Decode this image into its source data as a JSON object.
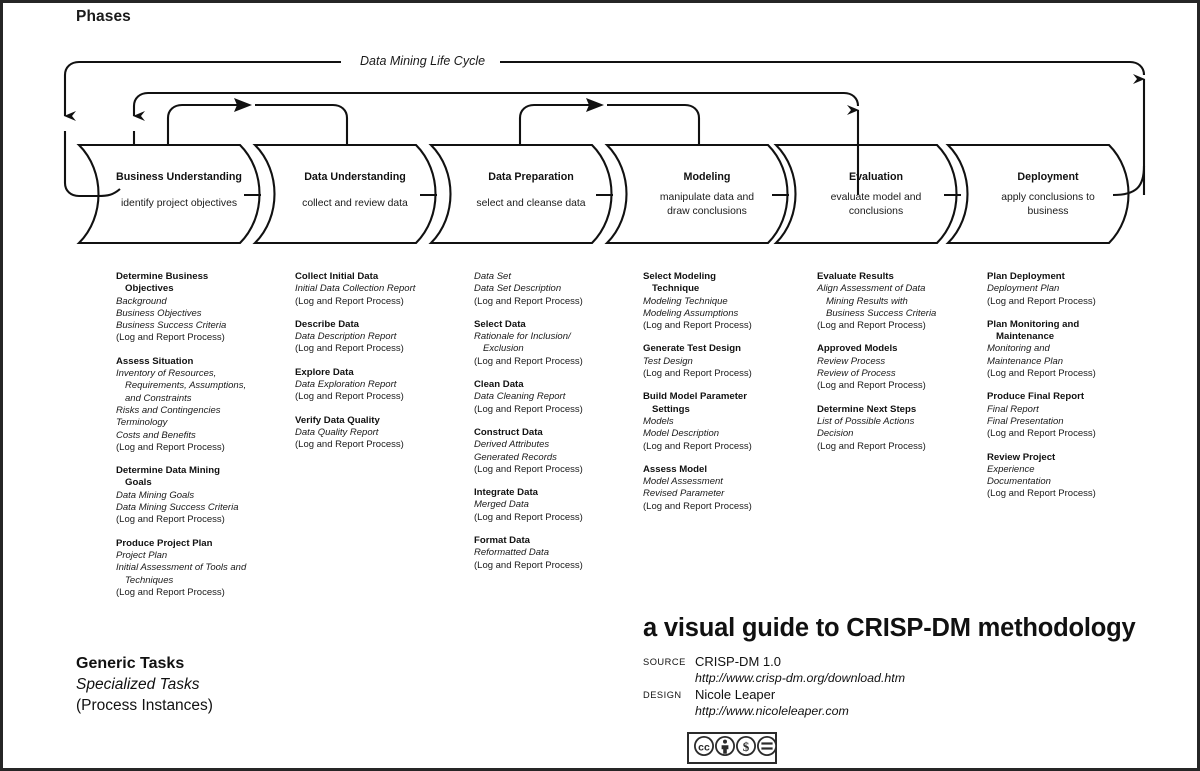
{
  "page": {
    "heading": "Phases",
    "lifecycle_label": "Data Mining Life Cycle",
    "border_color": "#262626",
    "ink_color": "#111111"
  },
  "phases": [
    {
      "name": "Business Understanding",
      "desc": "identify project objectives"
    },
    {
      "name": "Data Understanding",
      "desc": "collect and review data"
    },
    {
      "name": "Data Preparation",
      "desc": "select and cleanse data"
    },
    {
      "name": "Modeling",
      "desc": "manipulate data and\ndraw conclusions"
    },
    {
      "name": "Evaluation",
      "desc": "evaluate model and\nconclusions"
    },
    {
      "name": "Deployment",
      "desc": "apply conclusions to\nbusiness"
    }
  ],
  "log_line": "(Log and Report Process)",
  "columns": [
    {
      "phase": "Business Understanding",
      "groups": [
        {
          "head": [
            "Determine Business",
            "Objectives"
          ],
          "outputs": [
            "Background",
            "Business Objectives",
            "Business Success Criteria"
          ],
          "log": "(Log and Report Process)"
        },
        {
          "head": [
            "Assess Situation"
          ],
          "outputs": [
            "Inventory of Resources,",
            "Requirements, Assumptions,",
            "and Constraints",
            "Risks and Contingencies",
            "Terminology",
            "Costs and Benefits"
          ],
          "outputs_indent": [
            false,
            true,
            true,
            false,
            false,
            false
          ],
          "log": "(Log and Report Process)"
        },
        {
          "head": [
            "Determine Data Mining",
            "Goals"
          ],
          "outputs": [
            "Data Mining Goals",
            "Data Mining Success Criteria"
          ],
          "log": "(Log and Report Process)"
        },
        {
          "head": [
            "Produce Project Plan"
          ],
          "outputs": [
            "Project Plan",
            "Initial Assessment of Tools and",
            "Techniques"
          ],
          "outputs_indent": [
            false,
            false,
            true
          ],
          "log": "(Log and Report Process)"
        }
      ]
    },
    {
      "phase": "Data Understanding",
      "groups": [
        {
          "head": [
            "Collect Initial Data"
          ],
          "outputs": [
            "Initial Data Collection Report"
          ],
          "log": "(Log and Report Process)"
        },
        {
          "head": [
            "Describe Data"
          ],
          "outputs": [
            "Data Description Report"
          ],
          "log": "(Log and Report Process)"
        },
        {
          "head": [
            "Explore Data"
          ],
          "outputs": [
            "Data Exploration Report"
          ],
          "log": "(Log and Report Process)"
        },
        {
          "head": [
            "Verify Data Quality"
          ],
          "outputs": [
            "Data Quality Report"
          ],
          "log": "(Log and Report Process)"
        }
      ]
    },
    {
      "phase": "Data Preparation",
      "groups": [
        {
          "head": [],
          "outputs": [
            "Data Set",
            "Data Set Description"
          ],
          "log": "(Log and Report Process)"
        },
        {
          "head": [
            "Select Data"
          ],
          "outputs": [
            "Rationale for Inclusion/",
            "Exclusion"
          ],
          "outputs_indent": [
            false,
            true
          ],
          "log": "(Log and Report Process)"
        },
        {
          "head": [
            "Clean Data"
          ],
          "outputs": [
            "Data Cleaning Report"
          ],
          "log": "(Log and Report Process)"
        },
        {
          "head": [
            "Construct Data"
          ],
          "outputs": [
            "Derived Attributes",
            "Generated Records"
          ],
          "log": "(Log and Report Process)"
        },
        {
          "head": [
            "Integrate Data"
          ],
          "outputs": [
            "Merged Data"
          ],
          "log": "(Log and Report Process)"
        },
        {
          "head": [
            "Format Data"
          ],
          "outputs": [
            "Reformatted Data"
          ],
          "log": "(Log and Report Process)"
        }
      ]
    },
    {
      "phase": "Modeling",
      "groups": [
        {
          "head": [
            "Select Modeling",
            "Technique"
          ],
          "outputs": [
            "Modeling Technique",
            "Modeling Assumptions"
          ],
          "log": "(Log and Report Process)"
        },
        {
          "head": [
            "Generate Test Design"
          ],
          "outputs": [
            "Test Design"
          ],
          "log": "(Log and Report Process)"
        },
        {
          "head": [
            "Build Model Parameter",
            "Settings"
          ],
          "outputs": [
            "Models",
            "Model Description"
          ],
          "log": "(Log and Report Process)"
        },
        {
          "head": [
            "Assess Model"
          ],
          "outputs": [
            "Model Assessment",
            "Revised Parameter"
          ],
          "log": "(Log and Report Process)"
        }
      ]
    },
    {
      "phase": "Evaluation",
      "groups": [
        {
          "head": [
            "Evaluate Results"
          ],
          "outputs": [
            "Align Assessment of Data",
            "Mining Results with",
            "Business Success Criteria"
          ],
          "outputs_indent": [
            false,
            true,
            true
          ],
          "log": "(Log and Report Process)"
        },
        {
          "head": [
            "Approved Models"
          ],
          "outputs": [
            "Review Process",
            "Review of Process"
          ],
          "log": "(Log and Report Process)"
        },
        {
          "head": [
            "Determine Next Steps"
          ],
          "outputs": [
            "List of Possible Actions",
            "Decision"
          ],
          "log": "(Log and Report Process)"
        }
      ]
    },
    {
      "phase": "Deployment",
      "groups": [
        {
          "head": [
            "Plan Deployment"
          ],
          "outputs": [
            "Deployment Plan"
          ],
          "log": "(Log and Report Process)"
        },
        {
          "head": [
            "Plan Monitoring and",
            "Maintenance"
          ],
          "outputs": [
            "Monitoring and",
            "Maintenance Plan"
          ],
          "log": "(Log and Report Process)"
        },
        {
          "head": [
            "Produce Final Report"
          ],
          "outputs": [
            "Final Report",
            "Final Presentation"
          ],
          "log": "(Log and Report Process)"
        },
        {
          "head": [
            "Review Project"
          ],
          "outputs": [
            "Experience",
            "Documentation"
          ],
          "log": "(Log and Report Process)"
        }
      ]
    }
  ],
  "legend": {
    "generic": "Generic Tasks",
    "specialized": "Specialized Tasks",
    "instances": "(Process Instances)"
  },
  "title_block": {
    "title": "a visual guide to CRISP-DM methodology",
    "source_key": "SOURCE",
    "source_name": "CRISP-DM 1.0",
    "source_url": "http://www.crisp-dm.org/download.htm",
    "design_key": "DESIGN",
    "design_name": "Nicole Leaper",
    "design_url": "http://www.nicoleleaper.com"
  },
  "license": {
    "mark": "cc",
    "terms": [
      "BY",
      "NC",
      "ND"
    ]
  }
}
